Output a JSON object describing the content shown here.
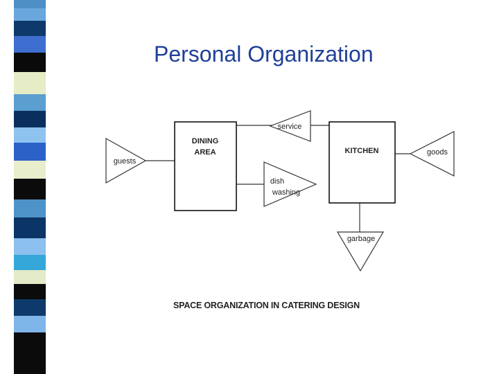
{
  "slide": {
    "title": "Personal Organization",
    "caption": "SPACE ORGANIZATION IN CATERING DESIGN"
  },
  "diagram": {
    "rooms": {
      "dining_line1": "DINING",
      "dining_line2": "AREA",
      "kitchen": "KITCHEN"
    },
    "flows": {
      "guests": "guests",
      "service": "service",
      "dish_line1": "dish",
      "dish_line2": "washing",
      "goods": "goods",
      "garbage": "garbage"
    }
  },
  "colors": {
    "title": "#1f3f99",
    "stripe": [
      "#5b9bd5",
      "#0e3a6e",
      "#7fb3e8",
      "#c9e0f5",
      "#e5ecc8",
      "#0b0b0b",
      "#2f7fc0"
    ]
  }
}
